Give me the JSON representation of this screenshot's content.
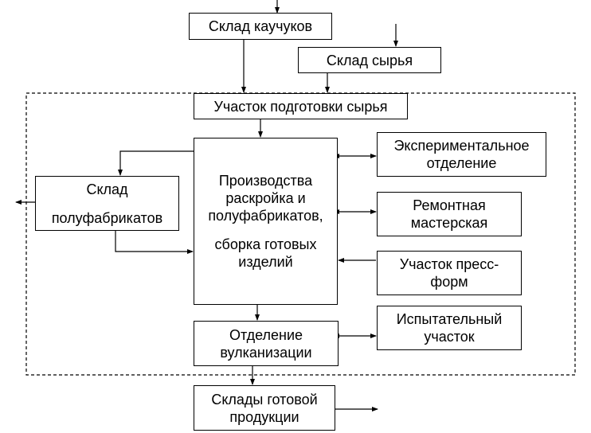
{
  "boxes": {
    "rubber_warehouse": "Склад каучуков",
    "raw_warehouse": "Склад сырья",
    "raw_prep": "Участок подготовки сырья",
    "production": {
      "line1": "Производства",
      "line2": "раскройка и",
      "line3": "полуфабрикатов,",
      "line4": "сборка готовых",
      "line5": "изделий"
    },
    "semi_warehouse": {
      "line1": "Склад",
      "line2": "полуфабрикатов"
    },
    "experimental": {
      "line1": "Экспериментальное",
      "line2": "отделение"
    },
    "repair": {
      "line1": "Ремонтная",
      "line2": "мастерская"
    },
    "press_forms": {
      "line1": "Участок пресс-",
      "line2": "форм"
    },
    "vulcanization": {
      "line1": "Отделение",
      "line2": "вулканизации"
    },
    "testing": {
      "line1": "Испытательный",
      "line2": "участок"
    },
    "finished_warehouse": {
      "line1": "Склады готовой",
      "line2": "продукции"
    }
  }
}
